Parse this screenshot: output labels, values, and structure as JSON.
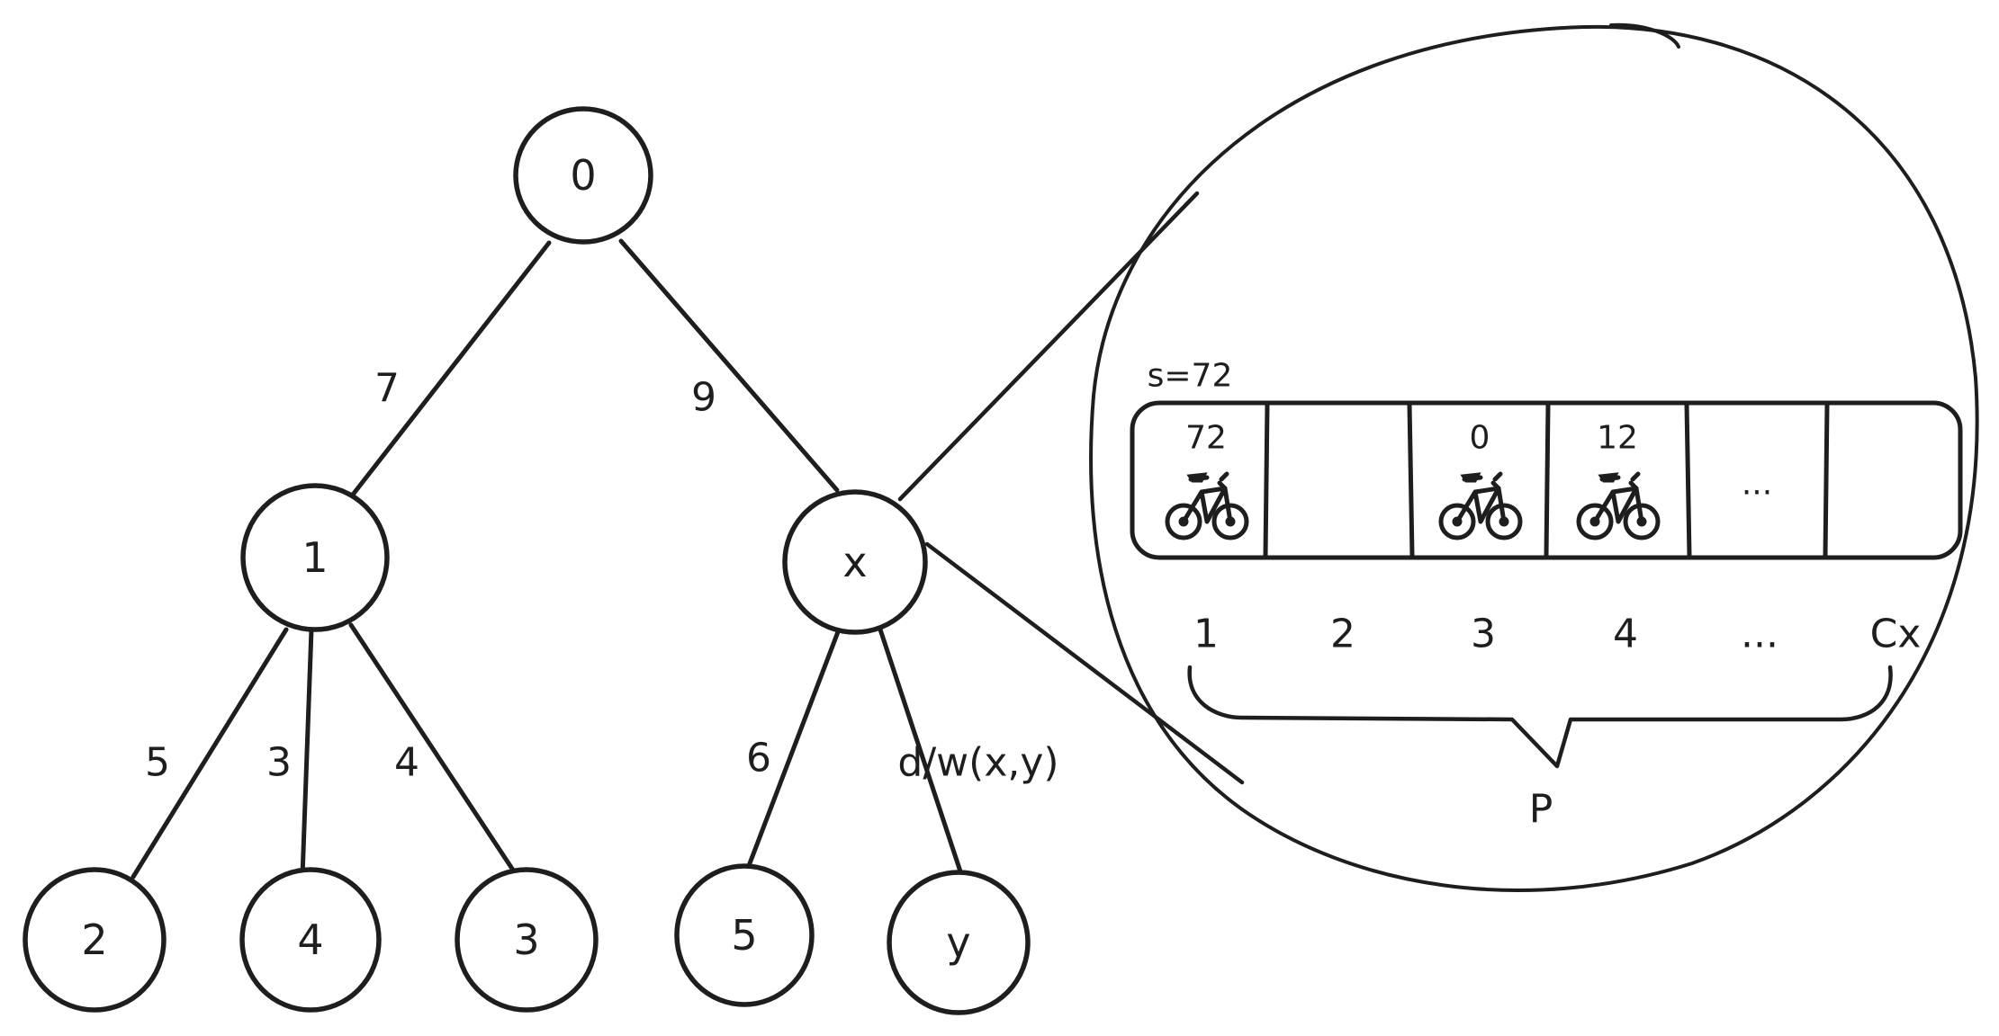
{
  "tree": {
    "nodes": [
      {
        "id": "root",
        "label": "0"
      },
      {
        "id": "n1",
        "label": "1"
      },
      {
        "id": "nx",
        "label": "x"
      },
      {
        "id": "n2",
        "label": "2"
      },
      {
        "id": "n4",
        "label": "4"
      },
      {
        "id": "n3",
        "label": "3"
      },
      {
        "id": "n5",
        "label": "5"
      },
      {
        "id": "ny",
        "label": "y"
      }
    ],
    "edges": [
      {
        "from": "root",
        "to": "n1",
        "label": "7"
      },
      {
        "from": "root",
        "to": "nx",
        "label": "9"
      },
      {
        "from": "n1",
        "to": "n2",
        "label": "5"
      },
      {
        "from": "n1",
        "to": "n4",
        "label": "3"
      },
      {
        "from": "n1",
        "to": "n3",
        "label": "4"
      },
      {
        "from": "nx",
        "to": "n5",
        "label": "6"
      },
      {
        "from": "nx",
        "to": "ny",
        "label": "d/w(x,y)"
      }
    ]
  },
  "zoom": {
    "s_label": "s=72",
    "slots": [
      {
        "value": "72",
        "has_bike": true
      },
      {
        "value": "",
        "has_bike": false
      },
      {
        "value": "0",
        "has_bike": true
      },
      {
        "value": "12",
        "has_bike": true
      },
      {
        "value": "...",
        "has_bike": false
      },
      {
        "value": "",
        "has_bike": false
      }
    ],
    "indices": [
      "1",
      "2",
      "3",
      "4",
      "...",
      "Cx"
    ],
    "brace_label": "P"
  }
}
